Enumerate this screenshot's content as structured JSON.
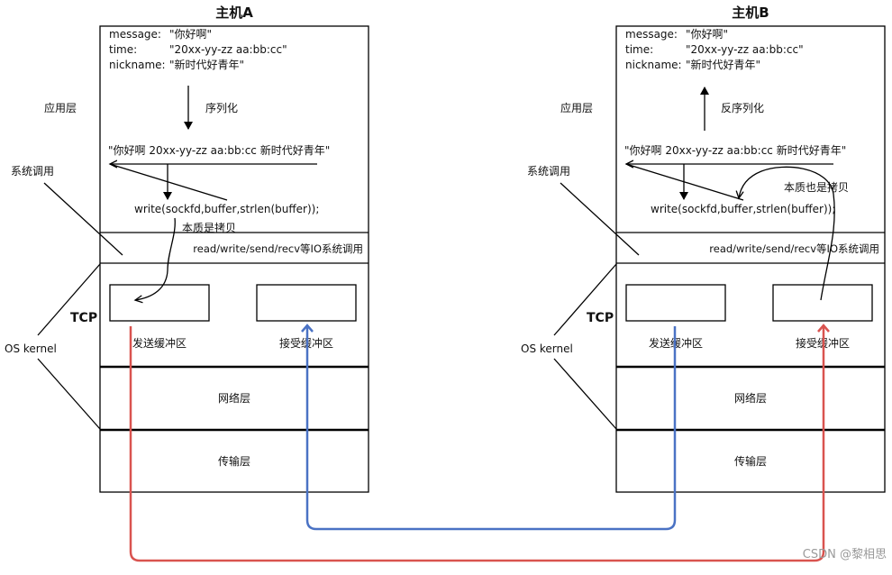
{
  "hostA": {
    "title": "主机A",
    "message_key": "message:",
    "message_val": "\"你好啊\"",
    "time_key": "time:",
    "time_val": "\"20xx-yy-zz aa:bb:cc\"",
    "nickname_key": "nickname:",
    "nickname_val": "\"新时代好青年\"",
    "serialize": "序列化",
    "serialized_string": "\"你好啊 20xx-yy-zz aa:bb:cc 新时代好青年\"",
    "write_call": "write(sockfd,buffer,strlen(buffer));",
    "copy_note": "本质是拷贝",
    "syscall_bar": "read/write/send/recv等IO系统调用",
    "tcp": "TCP",
    "send_buffer": "发送缓冲区",
    "recv_buffer": "接受缓冲区",
    "network_layer": "网络层",
    "transport_layer": "传输层",
    "app_layer_label": "应用层",
    "syscall_label": "系统调用",
    "kernel_label": "OS kernel"
  },
  "hostB": {
    "title": "主机B",
    "message_key": "message:",
    "message_val": "\"你好啊\"",
    "time_key": "time:",
    "time_val": "\"20xx-yy-zz aa:bb:cc\"",
    "nickname_key": "nickname:",
    "nickname_val": "\"新时代好青年\"",
    "deserialize": "反序列化",
    "serialized_string": "\"你好啊 20xx-yy-zz aa:bb:cc 新时代好青年\"",
    "write_call": "write(sockfd,buffer,strlen(buffer));",
    "copy_note": "本质也是拷贝",
    "syscall_bar": "read/write/send/recv等IO系统调用",
    "tcp": "TCP",
    "send_buffer": "发送缓冲区",
    "recv_buffer": "接受缓冲区",
    "network_layer": "网络层",
    "transport_layer": "传输层",
    "app_layer_label": "应用层",
    "syscall_label": "系统调用",
    "kernel_label": "OS kernel"
  },
  "watermark": "CSDN @黎相思",
  "colors": {
    "red_path": "#d9534f",
    "blue_path": "#4a72c4"
  }
}
